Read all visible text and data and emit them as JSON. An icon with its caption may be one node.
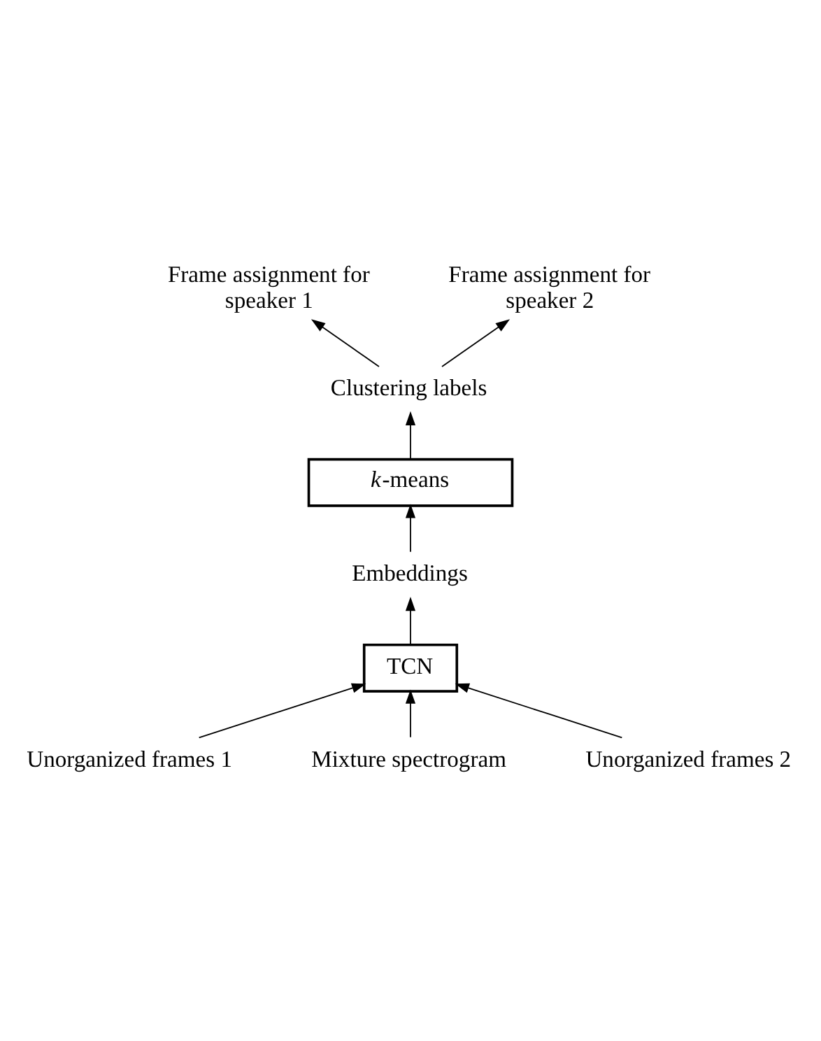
{
  "diagram": {
    "nodes": [
      {
        "text": [
          "Frame assignment for speaker 1"
        ]
      },
      {
        "text": [
          "Frame assignment for speaker 2"
        ]
      },
      {
        "text": [
          "Clustering labels"
        ]
      },
      {
        "text": [
          "*k*-means"
        ]
      },
      {
        "text": [
          "Embeddings"
        ]
      },
      {
        "text": [
          "TCN"
        ]
      },
      {
        "text": [
          "Unorganized frames 1"
        ]
      },
      {
        "text": [
          "Mixture spectrogram"
        ]
      },
      {
        "text": [
          "Unorganized frames 2"
        ]
      }
    ],
    "edges": [
      {
        "from": 2,
        "to": 0,
        "arrow": "to"
      },
      {
        "from": 2,
        "to": 1,
        "arrow": "to"
      },
      {
        "from": 3,
        "to": 2,
        "arrow": "to"
      },
      {
        "from": 4,
        "to": 3,
        "arrow": "to"
      },
      {
        "from": 5,
        "to": 4,
        "arrow": "to"
      },
      {
        "from": 6,
        "to": 5,
        "arrow": "to"
      },
      {
        "from": 7,
        "to": 5,
        "arrow": "to"
      },
      {
        "from": 8,
        "to": 5,
        "arrow": "to"
      }
    ]
  }
}
